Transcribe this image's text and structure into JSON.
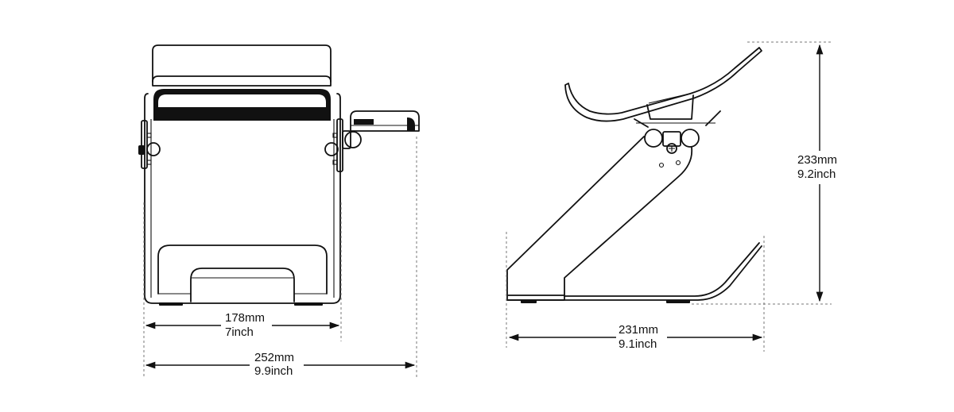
{
  "dimensions": {
    "front_inner_width": {
      "metric": "178mm",
      "imperial": "7inch"
    },
    "front_total_width": {
      "metric": "252mm",
      "imperial": "9.9inch"
    },
    "side_depth": {
      "metric": "231mm",
      "imperial": "9.1inch"
    },
    "side_height": {
      "metric": "233mm",
      "imperial": "9.2inch"
    }
  },
  "colors": {
    "line": "#111111",
    "dim_guide": "#777777",
    "background": "#ffffff"
  }
}
